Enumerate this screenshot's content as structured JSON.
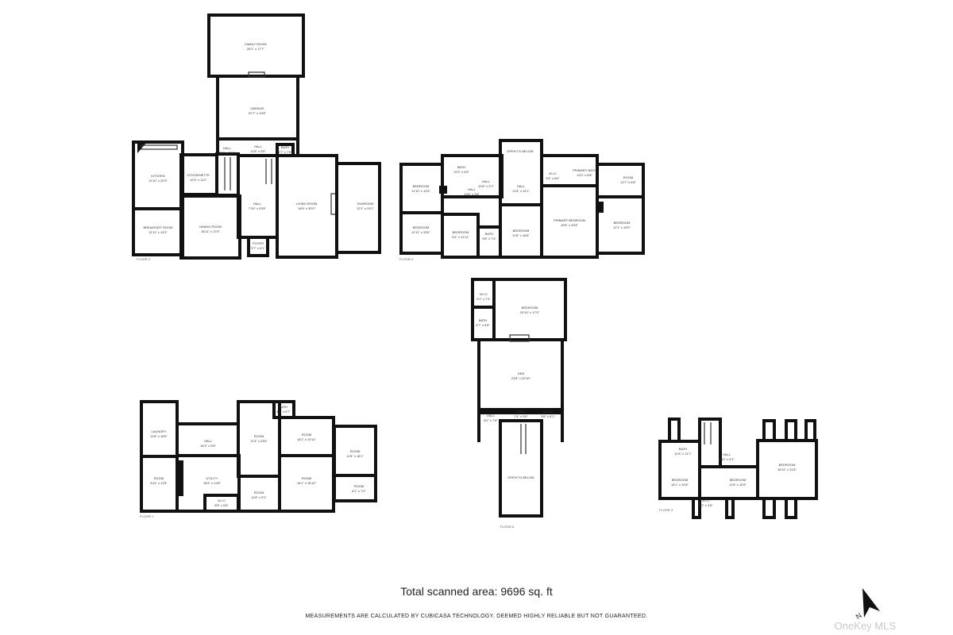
{
  "floors": {
    "floor2": {
      "label": "FLOOR 2",
      "rooms": [
        {
          "name": "FAMILY ROOM",
          "dim": "26'1\" x 17'7\""
        },
        {
          "name": "GARAGE",
          "dim": "22'7\" x 19'8\""
        },
        {
          "name": "KITCHEN",
          "dim": "11'10\" x 20'3\""
        },
        {
          "name": "KITCHENETTE",
          "dim": "10'4\" x 11'2\""
        },
        {
          "name": "HALL",
          "dim": "3'6\" x 12'4\""
        },
        {
          "name": "HALL",
          "dim": "11'8\" x 3'9\""
        },
        {
          "name": "BATH",
          "dim": "4'7\" x 7'6\""
        },
        {
          "name": "BREAKFAST ROOM",
          "dim": "11'11\" x 14'3\""
        },
        {
          "name": "DINING ROOM",
          "dim": "16'11\" x 17'6\""
        },
        {
          "name": "HALL",
          "dim": "7'10\" x 23'8\""
        },
        {
          "name": "LIVING ROOM",
          "dim": "16'6\" x 30'0\""
        },
        {
          "name": "SUNROOM",
          "dim": "12'1\" x 24'1\""
        },
        {
          "name": "FOYER",
          "dim": "5'7\" x 6'1\""
        }
      ]
    },
    "floor4": {
      "label": "FLOOR 4",
      "rooms": [
        {
          "name": "OPEN TO BELOW",
          "dim": ""
        },
        {
          "name": "BATH",
          "dim": "10'0\" x 6'6\""
        },
        {
          "name": "HALL",
          "dim": "13'6\" x 3'8\""
        },
        {
          "name": "W.I.C",
          "dim": "4'8\" x 6'6\""
        },
        {
          "name": "PRIMARY BATH",
          "dim": "13'2\" x 6'8\""
        },
        {
          "name": "ROOM",
          "dim": "12'7\" x 6'8\""
        },
        {
          "name": "BEDROOM",
          "dim": "11'10\" x 12'6\""
        },
        {
          "name": "HALL",
          "dim": "10'6\" x 3'7\""
        },
        {
          "name": "HALL",
          "dim": "11'6\" x 13'1\""
        },
        {
          "name": "BEDROOM",
          "dim": "11'11\" x 15'6\""
        },
        {
          "name": "BEDROOM",
          "dim": "9'4\" x 12'11\""
        },
        {
          "name": "BATH",
          "dim": "9'8\" x 7'4\""
        },
        {
          "name": "BEDROOM",
          "dim": "11'8\" x 16'8\""
        },
        {
          "name": "PRIMARY BEDROOM",
          "dim": "19'5\" x 20'8\""
        },
        {
          "name": "BEDROOM",
          "dim": "12'1\" x 15'0\""
        }
      ]
    },
    "floor5": {
      "label": "FLOOR 5",
      "rooms": [
        {
          "name": "W.I.C",
          "dim": "6'1\" x 7'4\""
        },
        {
          "name": "BATH",
          "dim": "6'7\" x 6'8\""
        },
        {
          "name": "BEDROOM",
          "dim": "20'10\" x 17'9\""
        },
        {
          "name": "DEN",
          "dim": "23'8\" x 20'10\""
        },
        {
          "name": "HALL",
          "dim": "6'0\" x 7'8\""
        },
        {
          "name": "HALL",
          "dim": "7'4\" x 3'9\""
        },
        {
          "name": "ROOM",
          "dim": "5'8\" x 6'1\""
        },
        {
          "name": "OPEN TO BELOW",
          "dim": ""
        }
      ]
    },
    "floor1": {
      "label": "FLOOR 1",
      "rooms": [
        {
          "name": "LAUNDRY",
          "dim": "11'8\" x 15'6\""
        },
        {
          "name": "HALL",
          "dim": "16'3\" x 5'8\""
        },
        {
          "name": "ROOM",
          "dim": "11'3\" x 23'6\""
        },
        {
          "name": "BATH",
          "dim": "4'8\" x 5'7\""
        },
        {
          "name": "ROOM",
          "dim": "16'1\" x 14'11\""
        },
        {
          "name": "ROOM",
          "dim": "11'8\" x 18'1\""
        },
        {
          "name": "ROOM",
          "dim": "8'11\" x 11'8\""
        },
        {
          "name": "UTILITY",
          "dim": "16'5\" x 13'8\""
        },
        {
          "name": "W.I.C",
          "dim": "8'8\" x 5'6\""
        },
        {
          "name": "ROOM",
          "dim": "11'8\" x 9'1\""
        },
        {
          "name": "ROOM",
          "dim": "16'1\" x 15'10\""
        },
        {
          "name": "ROOM",
          "dim": "8'1\" x 7'0\""
        }
      ]
    },
    "floor3": {
      "label": "FLOOR 3",
      "rooms": [
        {
          "name": "BATH",
          "dim": "10'4\" x 11'7\""
        },
        {
          "name": "HALL",
          "dim": "3'10\" x 6'1\""
        },
        {
          "name": "BEDROOM",
          "dim": "16'11\" x 21'8\""
        },
        {
          "name": "BEDROOM",
          "dim": "16'1\" x 10'8\""
        },
        {
          "name": "BEDROOM",
          "dim": "11'8\" x 10'8\""
        },
        {
          "name": "W.I.C",
          "dim": "6'2\" x 4'5\""
        }
      ]
    }
  },
  "footer": {
    "total_area": "Total scanned area: 9696 sq. ft",
    "disclaimer": "MEASUREMENTS ARE CALCULATED BY CUBICASA TECHNOLOGY. DEEMED HIGHLY RELIABLE BUT NOT GUARANTEED.",
    "north_label": "N",
    "watermark": "OneKey MLS"
  }
}
